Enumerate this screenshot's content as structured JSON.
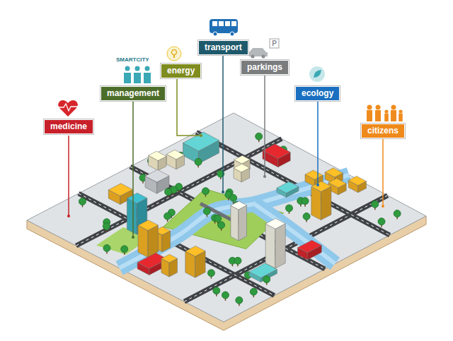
{
  "diagram": {
    "nodes": [
      {
        "text": [
          "medicine"
        ]
      },
      {
        "text": [
          "management"
        ]
      },
      {
        "text": [
          "energy"
        ]
      },
      {
        "text": [
          "transport"
        ]
      },
      {
        "text": [
          "parkings"
        ]
      },
      {
        "text": [
          "ecology"
        ]
      },
      {
        "text": [
          "citizens"
        ]
      }
    ],
    "labels": [
      "SMARTCITY",
      "P"
    ]
  }
}
